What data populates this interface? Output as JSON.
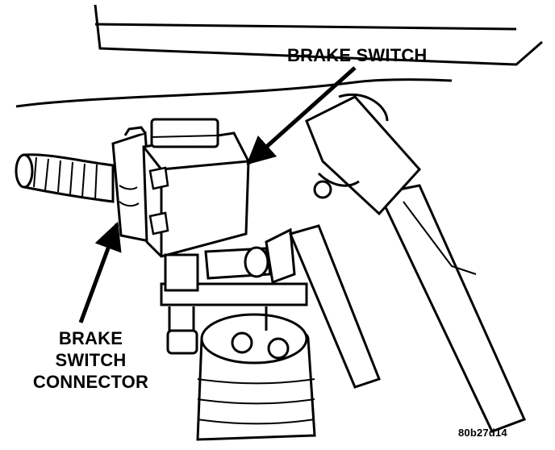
{
  "callouts": {
    "brake_switch": "BRAKE SWITCH",
    "connector_line1": "BRAKE",
    "connector_line2": "SWITCH",
    "connector_line3": "CONNECTOR"
  },
  "figure_code": "80b27d14",
  "colors": {
    "ink": "#000000",
    "paper": "#ffffff"
  }
}
